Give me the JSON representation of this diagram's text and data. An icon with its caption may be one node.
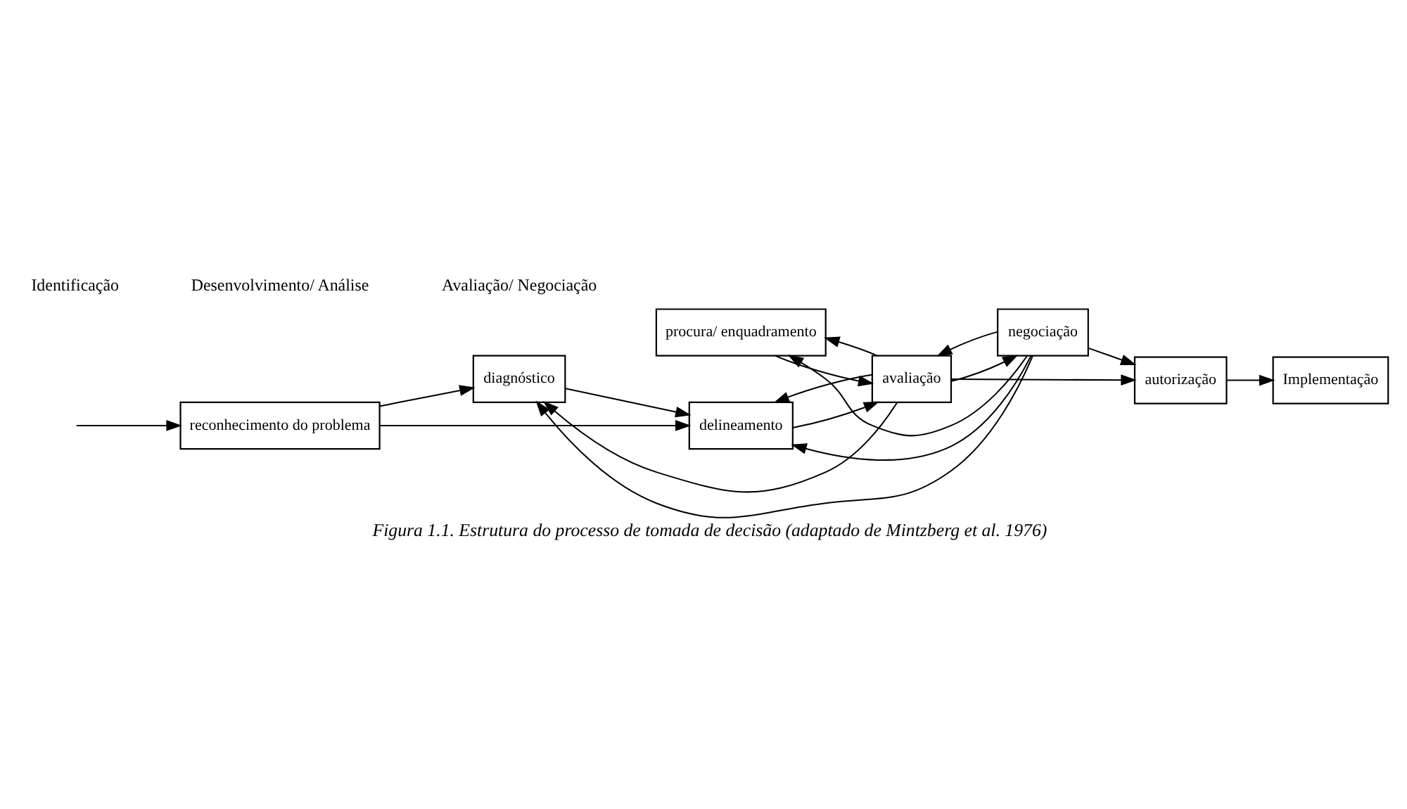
{
  "diagram": {
    "caption": "Figura 1.1. Estrutura do processo de tomada de decisão (adaptado de Mintzberg et al. 1976)",
    "nodes": [
      {
        "text": [
          "reconhecimento do problema"
        ]
      },
      {
        "text": [
          "diagnóstico"
        ]
      },
      {
        "text": [
          "procura/ enquadramento"
        ]
      },
      {
        "text": [
          "delineamento"
        ]
      },
      {
        "text": [
          "avaliação"
        ]
      },
      {
        "text": [
          "negociação"
        ]
      },
      {
        "text": [
          "autorização"
        ]
      },
      {
        "text": [
          "Implementação"
        ]
      }
    ],
    "edges": [
      {
        "from": null,
        "to": 0,
        "arrow": "to"
      },
      {
        "from": 0,
        "to": 1,
        "arrow": "to"
      },
      {
        "from": 0,
        "to": 3,
        "arrow": "to"
      },
      {
        "from": 1,
        "to": 3,
        "arrow": "to"
      },
      {
        "from": 3,
        "to": 4,
        "arrow": "to"
      },
      {
        "from": 2,
        "to": 4,
        "arrow": "to"
      },
      {
        "from": 4,
        "to": 5,
        "arrow": "to"
      },
      {
        "from": 4,
        "to": 6,
        "arrow": "to"
      },
      {
        "from": 5,
        "to": 6,
        "arrow": "to"
      },
      {
        "from": 6,
        "to": 7,
        "arrow": "to"
      },
      {
        "from": 4,
        "to": 1,
        "arrow": "to"
      },
      {
        "from": 4,
        "to": 2,
        "arrow": "to"
      },
      {
        "from": 4,
        "to": 3,
        "arrow": "to"
      },
      {
        "from": 5,
        "to": 1,
        "arrow": "to"
      },
      {
        "from": 5,
        "to": 2,
        "arrow": "to"
      },
      {
        "from": 5,
        "to": 3,
        "arrow": "to"
      },
      {
        "from": 5,
        "to": 4,
        "arrow": "to"
      }
    ],
    "labels": [
      "Identificação",
      "Desenvolvimento/ Análise",
      "Avaliação/ Negociação"
    ]
  }
}
